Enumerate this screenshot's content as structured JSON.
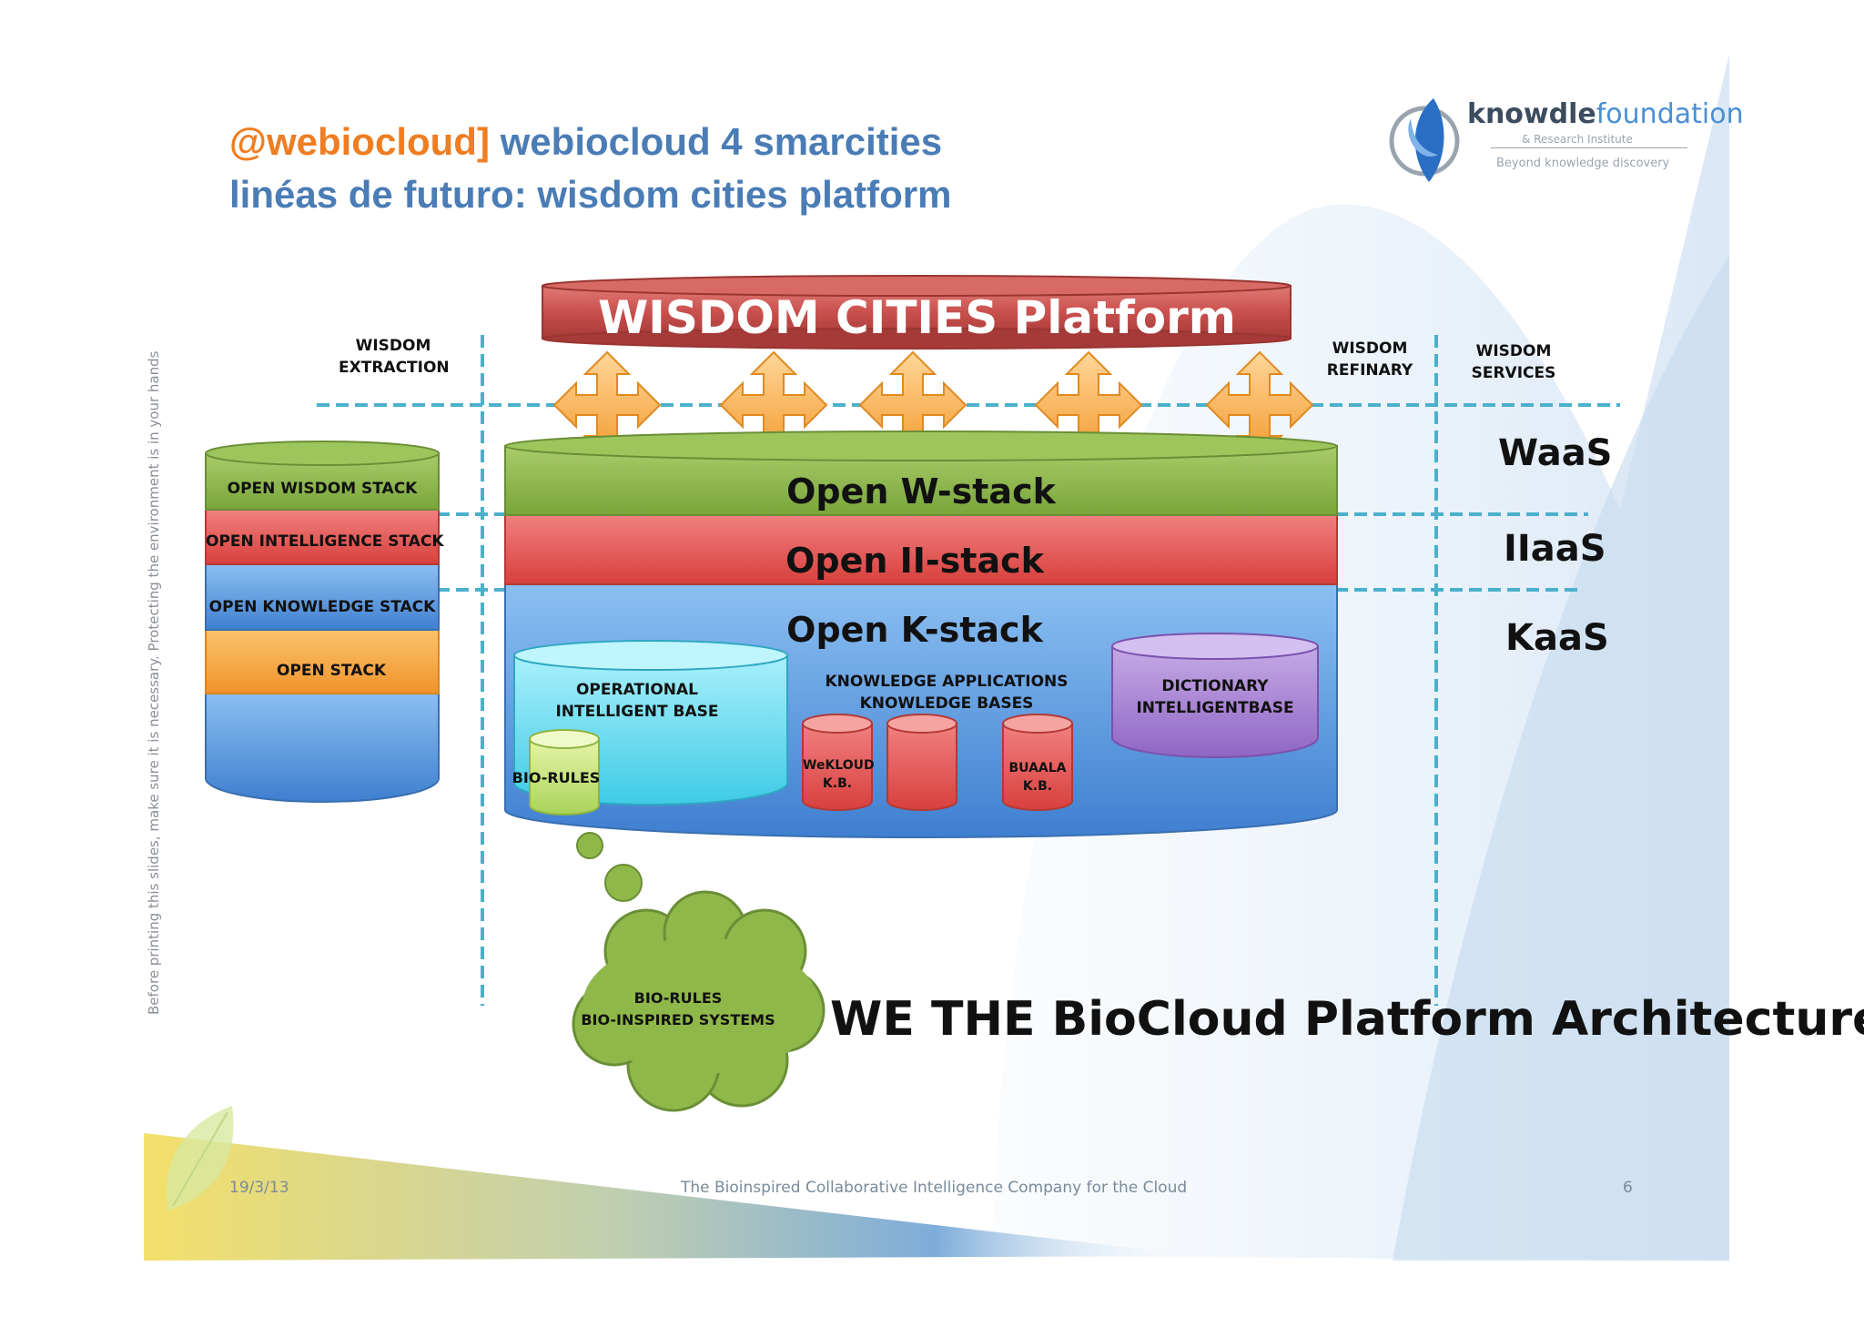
{
  "header": {
    "handle": "@webiocloud",
    "bracket": "]",
    "title_rest": " webiocloud 4 smarcities",
    "subtitle": "linéas de futuro: wisdom cities platform"
  },
  "logo": {
    "name_bold": "knowdle",
    "name_light": "foundation",
    "sub1": "& Research Institute",
    "sub2": "Beyond knowledge discovery"
  },
  "side_note": "Before printing this slides, make sure it is necessary. Protecting the environment is in your hands",
  "platform": {
    "label": "WISDOM CITIES Platform"
  },
  "columns": {
    "extraction": [
      "WISDOM",
      "EXTRACTION"
    ],
    "refinary": [
      "WISDOM",
      "REFINARY"
    ],
    "services": [
      "WISDOM",
      "SERVICES"
    ]
  },
  "left_stack": [
    "OPEN WISDOM STACK",
    "OPEN INTELLIGENCE STACK",
    "OPEN KNOWLEDGE STACK",
    "OPEN STACK"
  ],
  "main_stack": [
    "Open W-stack",
    "Open II-stack",
    "Open K-stack"
  ],
  "services": [
    "WaaS",
    "IIaaS",
    "KaaS"
  ],
  "inner": {
    "operational": [
      "OPERATIONAL",
      "INTELLIGENT BASE"
    ],
    "knowledge_apps": [
      "KNOWLEDGE APPLICATIONS",
      "KNOWLEDGE BASES"
    ],
    "dictionary": [
      "DICTIONARY",
      "INTELLIGENTBASE"
    ],
    "bio_rules": "BIO-RULES",
    "wekloud": [
      "WeKLOUD",
      "K.B."
    ],
    "buaala": [
      "BUAALA",
      "K.B."
    ]
  },
  "cloud": [
    "BIO-RULES",
    "BIO-INSPIRED SYSTEMS"
  ],
  "caption": "WE THE BioCloud Platform Architecture",
  "footer": {
    "date": "19/3/13",
    "company": "The Bioinspired Collaborative Intelligence Company for the Cloud",
    "page": "6"
  },
  "colors": {
    "title_blue": "#4a7cb5",
    "accent_orange": "#ef7d21",
    "platform_red": "#c9504d",
    "wisdom_green": "#8fb84a",
    "intelligence_red": "#e0524e",
    "knowledge_blue": "#4f8fdc",
    "open_orange": "#f6a23a",
    "operational_cyan": "#5fd8ee",
    "dictionary_purple": "#a07ccf",
    "dash_blue": "#4ab0cc"
  }
}
